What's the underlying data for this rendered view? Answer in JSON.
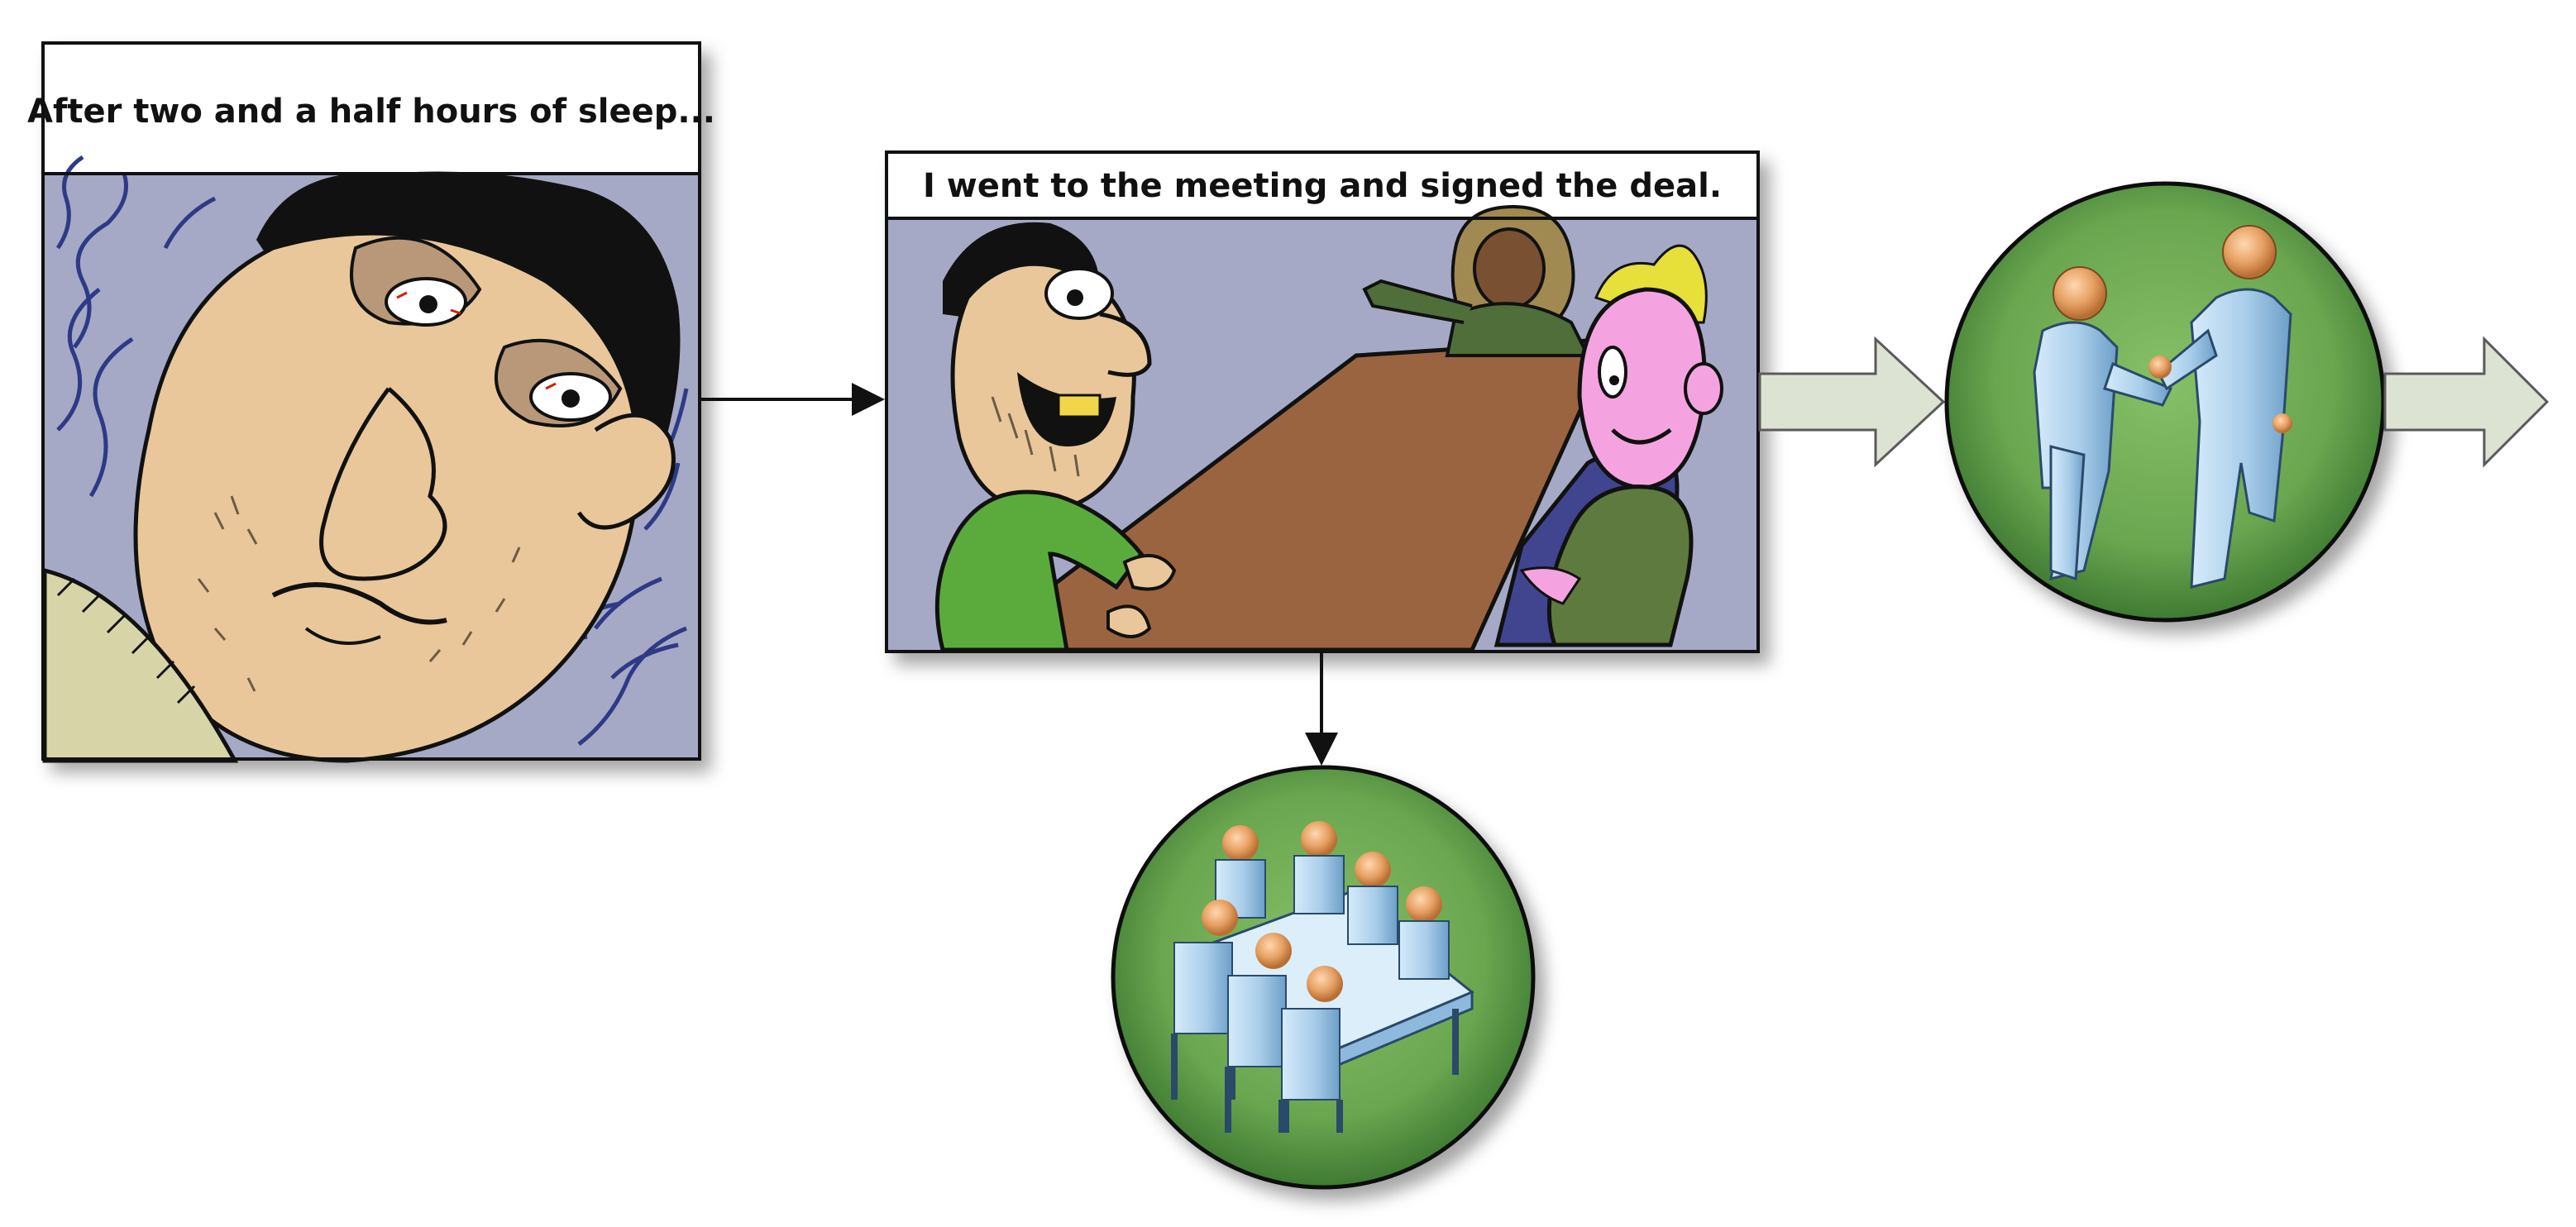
{
  "panels": [
    {
      "id": "panel-sleep",
      "caption": "After two and a half hours of sleep..."
    },
    {
      "id": "panel-meeting",
      "caption": "I went to the meeting and signed the deal."
    }
  ],
  "icons": [
    {
      "name": "handshake-icon"
    },
    {
      "name": "conference-table-icon"
    }
  ],
  "colors": {
    "circle_fill": "#6aa64f",
    "circle_dark": "#3f7a33",
    "arrow_fill": "#dde3d2",
    "figure_blue": "#a9cdea",
    "head_orange": "#e6a063",
    "panel_bg": "#a5a9c6",
    "skin": "#e9c79a",
    "table_brown": "#9b6440"
  }
}
